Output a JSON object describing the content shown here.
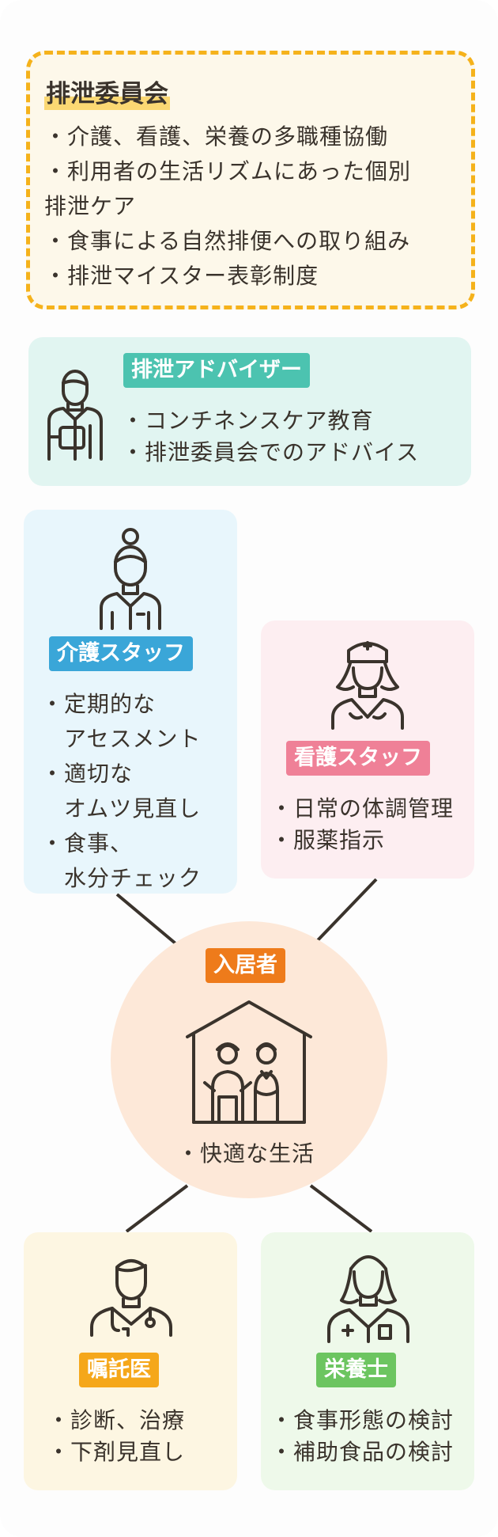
{
  "committee": {
    "title": "排泄委員会",
    "items": [
      "・介護、看護、栄養の多職種協働",
      "・利用者の生活リズムにあった個別",
      "排泄ケア",
      "・食事による自然排便への取り組み",
      "・排泄マイスター表彰制度"
    ]
  },
  "advisor": {
    "tag": "排泄アドバイザー",
    "tag_color": "#4cc3b0",
    "items": [
      "・コンチネンスケア教育",
      "・排泄委員会でのアドバイス"
    ],
    "icon": "advisor-person-icon"
  },
  "care_staff": {
    "tag": "介護スタッフ",
    "tag_color": "#3aa6d8",
    "items": [
      "・定期的な",
      "　アセスメント",
      "・適切な",
      "　オムツ見直し",
      "・食事、",
      "　水分チェック"
    ],
    "icon": "caregiver-woman-icon"
  },
  "nursing_staff": {
    "tag": "看護スタッフ",
    "tag_color": "#ef8097",
    "items": [
      "・日常の体調管理",
      "・服薬指示"
    ],
    "icon": "nurse-icon"
  },
  "resident": {
    "tag": "入居者",
    "tag_color": "#ee7b1b",
    "items": [
      "・快適な生活"
    ],
    "icon": "elderly-couple-house-icon"
  },
  "doctor": {
    "tag": "嘱託医",
    "tag_color": "#f5a71a",
    "items": [
      "・診断、治療",
      "・下剤見直し"
    ],
    "icon": "doctor-icon"
  },
  "dietitian": {
    "tag": "栄養士",
    "tag_color": "#6cc560",
    "items": [
      "・食事形態の検討",
      "・補助食品の検討"
    ],
    "icon": "dietitian-icon"
  }
}
